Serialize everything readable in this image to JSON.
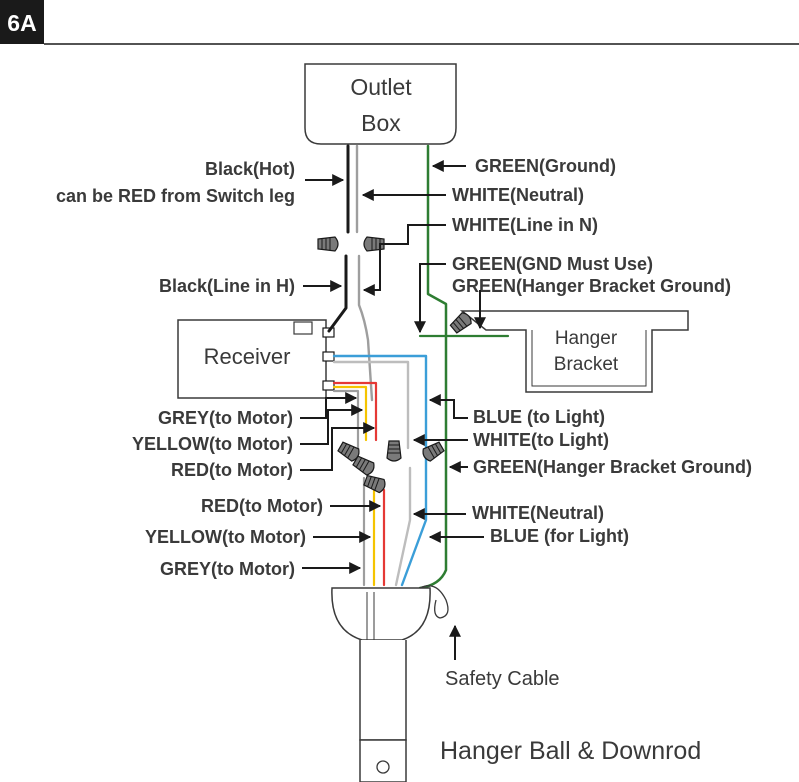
{
  "badge": "6A",
  "outlet_box": {
    "line1": "Outlet",
    "line2": "Box"
  },
  "receiver": "Receiver",
  "hanger_bracket": {
    "line1": "Hanger",
    "line2": "Bracket"
  },
  "labels": {
    "black_hot": "Black(Hot)",
    "red_switch_leg": "can be RED from Switch leg",
    "black_line_in_h": "Black(Line in H)",
    "green_ground": "GREEN(Ground)",
    "white_neutral_top": "WHITE(Neutral)",
    "white_line_in_n": "WHITE(Line in N)",
    "green_gnd_must_use": "GREEN(GND Must Use)",
    "green_hanger_bracket_ground_top": "GREEN(Hanger Bracket Ground)",
    "grey_to_motor_top": "GREY(to Motor)",
    "yellow_to_motor_top": "YELLOW(to Motor)",
    "red_to_motor_top": "RED(to Motor)",
    "blue_to_light": "BLUE (to Light)",
    "white_to_light": "WHITE(to Light)",
    "green_hanger_bracket_ground_mid": "GREEN(Hanger Bracket Ground)",
    "red_to_motor_bottom": "RED(to Motor)",
    "yellow_to_motor_bottom": "YELLOW(to Motor)",
    "grey_to_motor_bottom": "GREY(to Motor)",
    "white_neutral_bottom": "WHITE(Neutral)",
    "blue_for_light": "BLUE (for Light)",
    "safety_cable": "Safety Cable",
    "hanger_ball_downrod": "Hanger Ball & Downrod"
  },
  "colors": {
    "black": "#1a1a1a",
    "green": "#2e7d32",
    "white_wire": "#bdbdbd",
    "blue": "#3b9ed8",
    "red": "#e53935",
    "yellow": "#f5c400",
    "grey": "#8c8c8c",
    "text": "#3a3a3a"
  }
}
